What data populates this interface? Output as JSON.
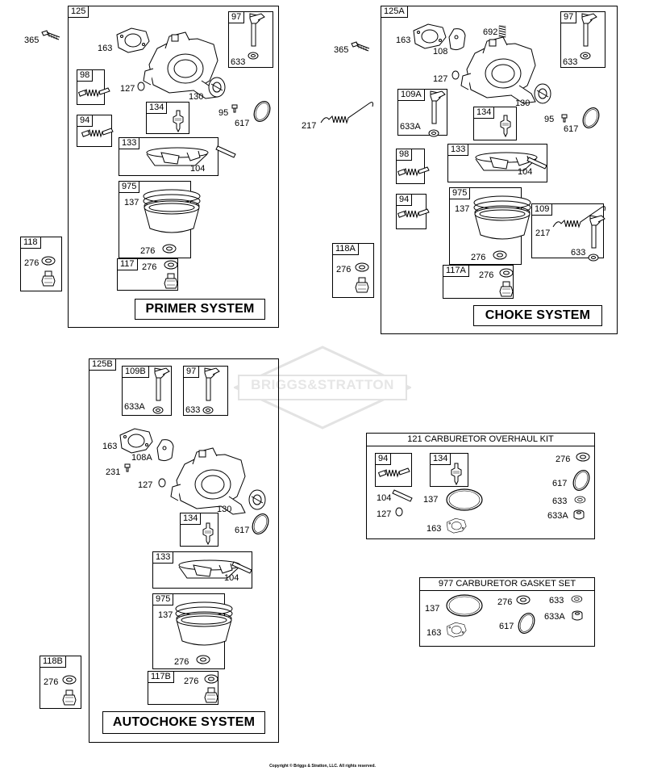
{
  "panels": {
    "primer": {
      "id": "125",
      "title": "PRIMER SYSTEM",
      "labels": {
        "p163": "163",
        "p127": "127",
        "p130": "130",
        "p95": "95",
        "p617": "617",
        "p104": "104",
        "p137": "137",
        "p276": "276"
      },
      "boxes": {
        "b97": {
          "id": "97",
          "labels": [
            "633"
          ]
        },
        "b98": {
          "id": "98"
        },
        "b134": {
          "id": "134"
        },
        "b94": {
          "id": "94"
        },
        "b133": {
          "id": "133"
        },
        "b975": {
          "id": "975"
        },
        "b117": {
          "id": "117",
          "labels": [
            "276"
          ]
        }
      }
    },
    "choke": {
      "id": "125A",
      "title": "CHOKE SYSTEM",
      "labels": {
        "p163": "163",
        "p108": "108",
        "p692": "692",
        "p127": "127",
        "p130": "130",
        "p95": "95",
        "p617": "617",
        "p104": "104",
        "p137": "137",
        "p276": "276"
      },
      "boxes": {
        "b97": {
          "id": "97",
          "labels": [
            "633"
          ]
        },
        "b109A": {
          "id": "109A",
          "labels": [
            "633A"
          ]
        },
        "b134": {
          "id": "134"
        },
        "b98": {
          "id": "98"
        },
        "b133": {
          "id": "133"
        },
        "b94": {
          "id": "94"
        },
        "b975": {
          "id": "975"
        },
        "b109": {
          "id": "109",
          "labels": [
            "217",
            "633"
          ]
        },
        "b117A": {
          "id": "117A",
          "labels": [
            "276"
          ]
        }
      }
    },
    "autochoke": {
      "id": "125B",
      "title": "AUTOCHOKE SYSTEM",
      "labels": {
        "p163": "163",
        "p108A": "108A",
        "p231": "231",
        "p127": "127",
        "p130": "130",
        "p617": "617",
        "p104": "104",
        "p137": "137",
        "p276": "276"
      },
      "boxes": {
        "b109B": {
          "id": "109B",
          "labels": [
            "633A"
          ]
        },
        "b97": {
          "id": "97",
          "labels": [
            "633"
          ]
        },
        "b134": {
          "id": "134"
        },
        "b133": {
          "id": "133"
        },
        "b975": {
          "id": "975"
        },
        "b117B": {
          "id": "117B",
          "labels": [
            "276"
          ]
        }
      }
    }
  },
  "outside": {
    "l365a": "365",
    "l365b": "365",
    "l217": "217",
    "b118": {
      "id": "118",
      "labels": [
        "276"
      ]
    },
    "b118A": {
      "id": "118A",
      "labels": [
        "276"
      ]
    },
    "b118B": {
      "id": "118B",
      "labels": [
        "276"
      ]
    }
  },
  "kits": {
    "overhaul": {
      "title": "121 CARBURETOR OVERHAUL KIT",
      "b94": {
        "id": "94"
      },
      "b134": {
        "id": "134"
      },
      "labels": {
        "p104": "104",
        "p127": "127",
        "p137": "137",
        "p163": "163",
        "p276": "276",
        "p617": "617",
        "p633": "633",
        "p633A": "633A"
      }
    },
    "gasket": {
      "title": "977 CARBURETOR GASKET SET",
      "labels": {
        "p137": "137",
        "p163": "163",
        "p276": "276",
        "p617": "617",
        "p633": "633",
        "p633A": "633A"
      }
    }
  },
  "watermark": "BRIGGS&STRATTON",
  "copyright": "Copyright © Briggs & Stratton, LLC. All rights reserved."
}
